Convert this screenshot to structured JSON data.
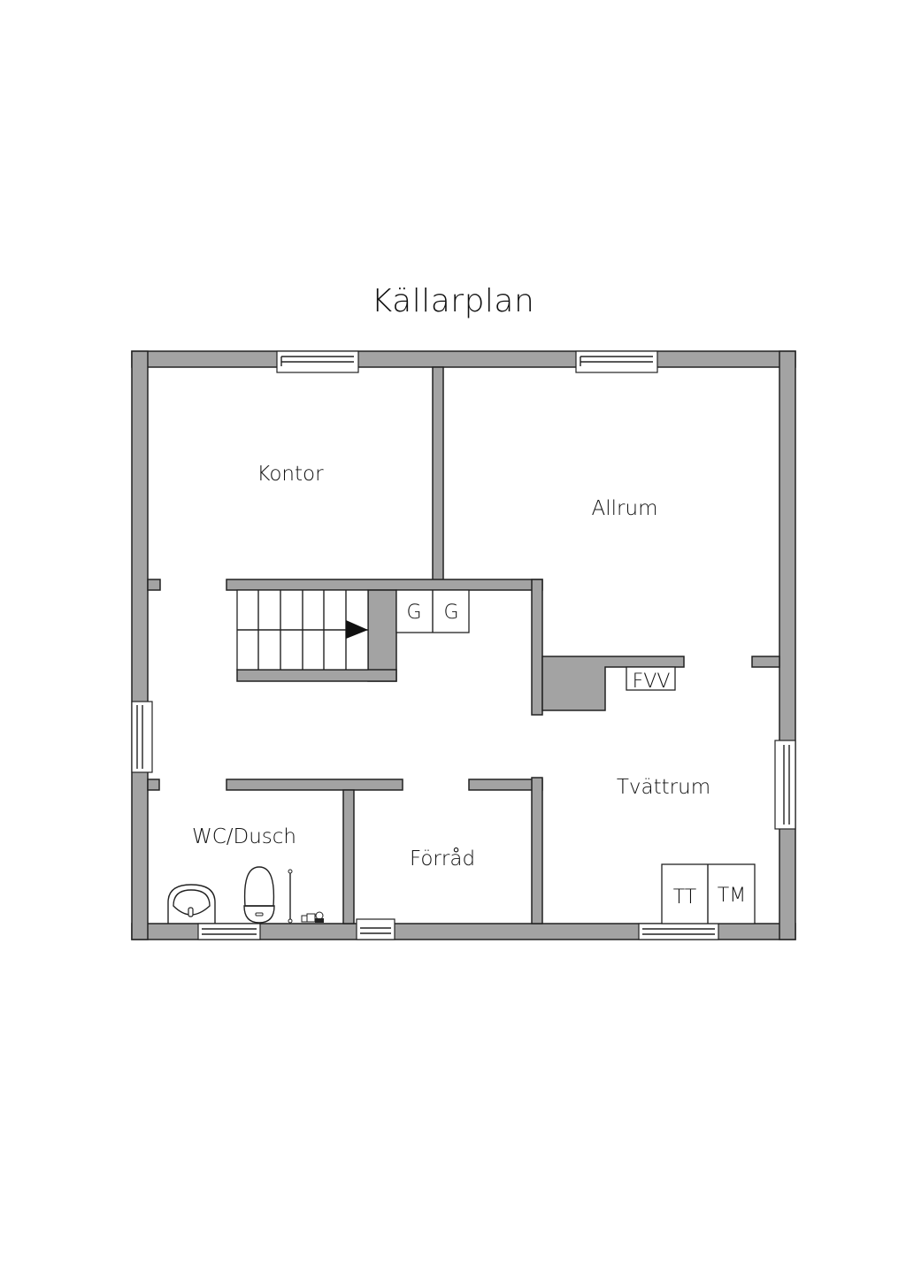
{
  "title": "Källarplan",
  "rooms": [
    {
      "id": "kontor",
      "label": "Kontor"
    },
    {
      "id": "allrum",
      "label": "Allrum"
    },
    {
      "id": "wc-dusch",
      "label": "WC/Dusch"
    },
    {
      "id": "forrad",
      "label": "Förråd"
    },
    {
      "id": "tvattrum",
      "label": "Tvättrum"
    }
  ],
  "fixtures": {
    "g1": "G",
    "g2": "G",
    "fvv": "FVV",
    "tt": "TT",
    "tm": "TM"
  },
  "colors": {
    "wall": "#a3a3a3",
    "outline": "#222222",
    "background": "#ffffff"
  }
}
